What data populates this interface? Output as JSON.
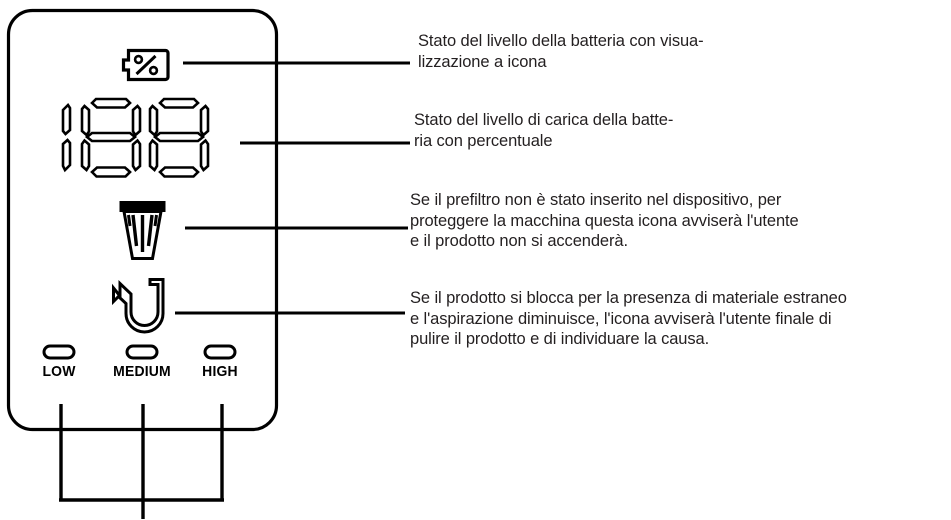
{
  "device_panel": {
    "name": "control-panel-display",
    "battery_icon": {
      "name": "battery-percent-icon",
      "symbol": "%",
      "description": "Battery outline with percent symbol"
    },
    "digits_display": {
      "name": "seven-segment-display",
      "digit_count": 3,
      "digits": [
        "1",
        "8",
        "8"
      ],
      "style": "outlined-lcd-segments"
    },
    "prefilter_icon": {
      "name": "prefilter-basket-icon",
      "description": "Tapered filter basket with rim"
    },
    "blockage_icon": {
      "name": "hose-blockage-icon",
      "description": "U shaped tube / hose"
    },
    "speed_indicators": [
      {
        "label": "LOW",
        "name": "speed-indicator-low"
      },
      {
        "label": "MEDIUM",
        "name": "speed-indicator-medium"
      },
      {
        "label": "HIGH",
        "name": "speed-indicator-high"
      }
    ]
  },
  "callouts": [
    {
      "id": "callout-battery-icon",
      "text": "Stato del livello della batteria con visua-\nlizzazione a icona"
    },
    {
      "id": "callout-battery-percent",
      "text": "Stato del livello di carica della batte-\nria con percentuale"
    },
    {
      "id": "callout-prefilter",
      "text": "Se il prefiltro non è stato inserito nel dispositivo, per\nproteggere la macchina questa icona avviserà l'utente\ne il prodotto non si accenderà."
    },
    {
      "id": "callout-blockage",
      "text": "Se il prodotto si blocca per la presenza di materiale estraneo\ne l'aspirazione diminuisce, l'icona avviserà l'utente finale di\npulire il prodotto e di individuare la causa."
    }
  ],
  "colors": {
    "line": "#000000",
    "text": "#231f20",
    "background": "#ffffff"
  }
}
